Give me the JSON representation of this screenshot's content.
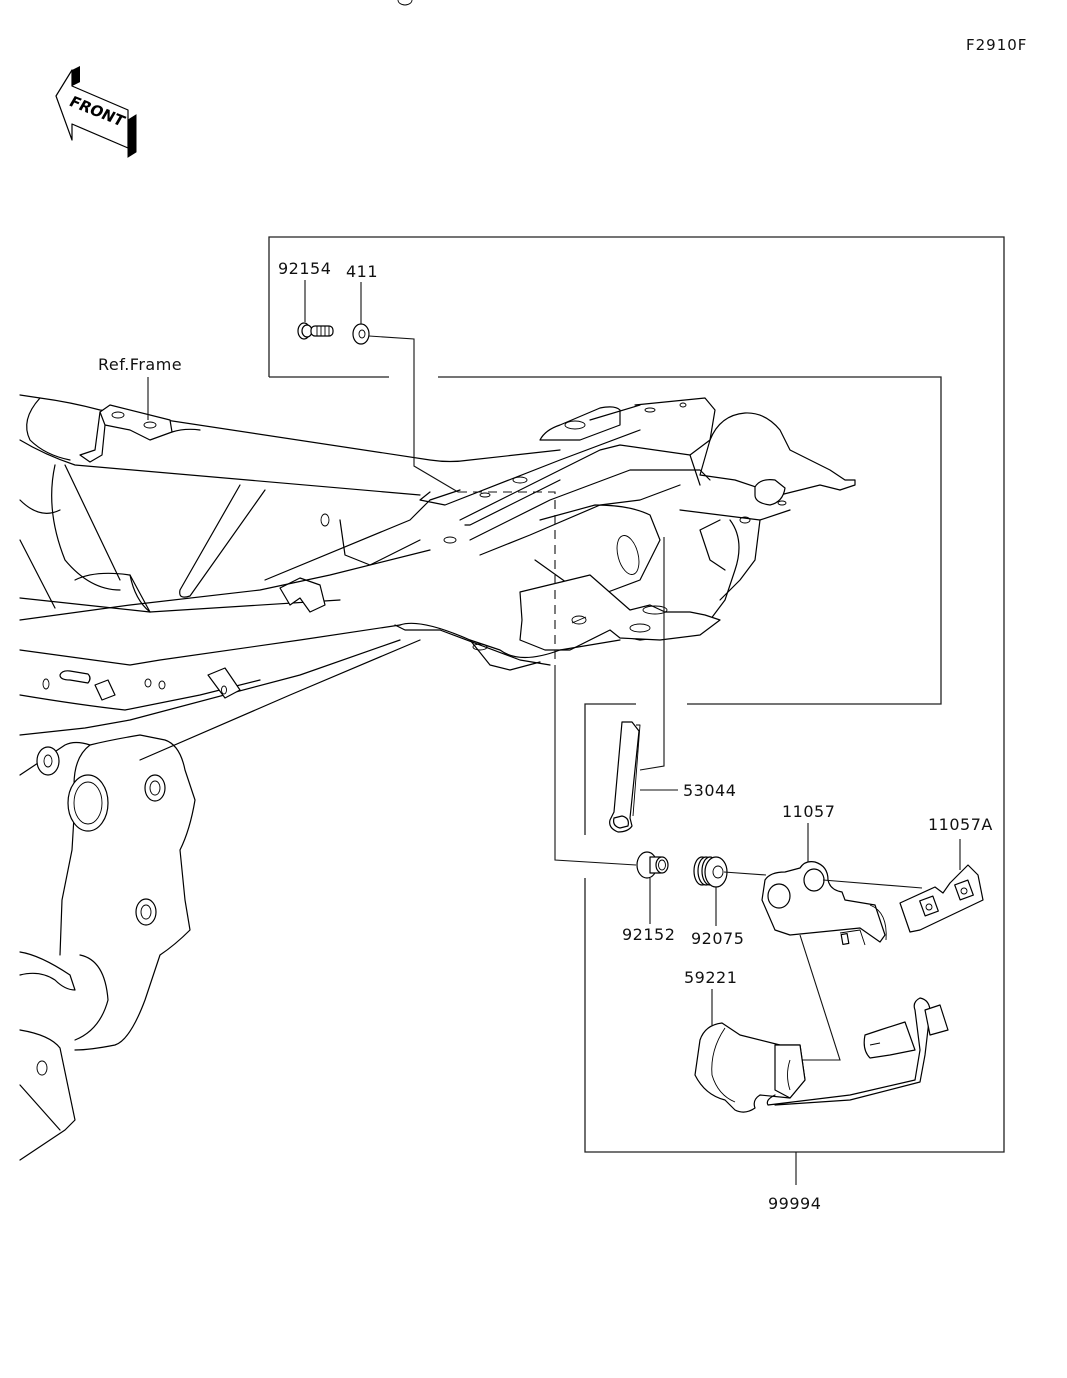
{
  "diagram": {
    "figure_code": "F2910F",
    "orientation_indicator": "FRONT",
    "reference_label": "Ref.Frame",
    "parts": [
      {
        "number": "92154",
        "name_icon": "bolt-icon"
      },
      {
        "number": "411",
        "name_icon": "washer-icon"
      },
      {
        "number": "53044",
        "name_icon": "strap-icon"
      },
      {
        "number": "11057",
        "name_icon": "bracket-icon"
      },
      {
        "number": "11057A",
        "name_icon": "bracket-icon"
      },
      {
        "number": "92152",
        "name_icon": "collar-icon"
      },
      {
        "number": "92075",
        "name_icon": "grommet-icon"
      },
      {
        "number": "59221",
        "name_icon": "socket-harness-icon"
      },
      {
        "number": "99994",
        "name_icon": "kit-icon"
      }
    ],
    "colors": {
      "line": "#000000",
      "background": "#ffffff"
    }
  }
}
